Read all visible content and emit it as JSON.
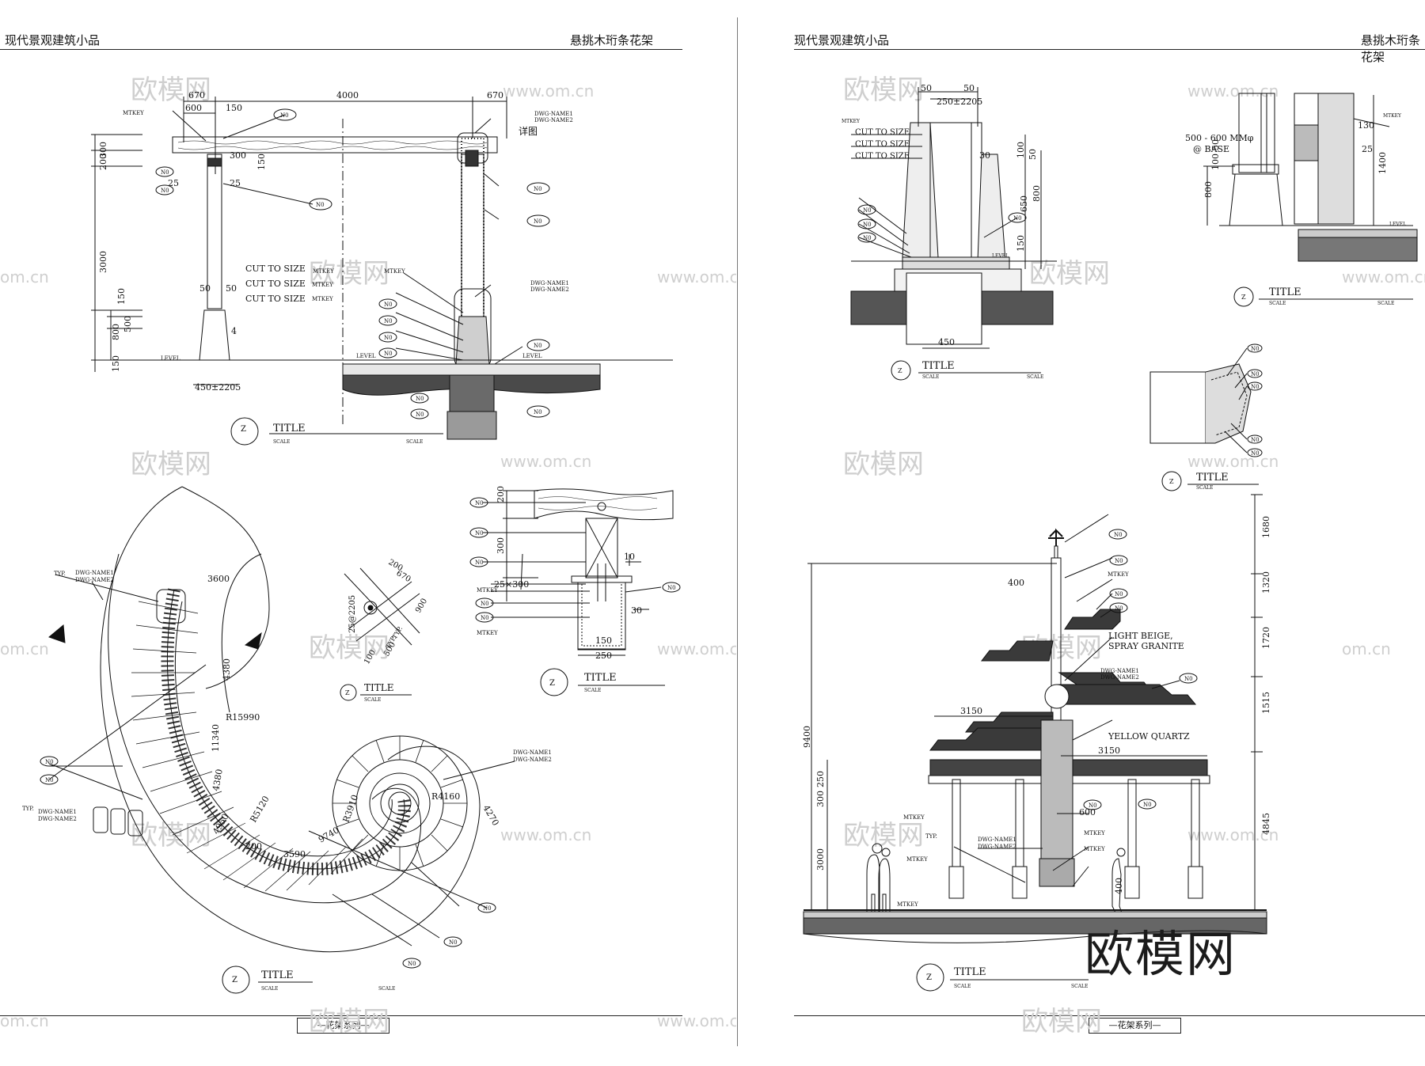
{
  "left_page": {
    "header_left": "现代景观建筑小品",
    "header_right": "悬挑木珩条花架",
    "footer": "—花架系列—"
  },
  "right_page": {
    "header_left": "现代景观建筑小品",
    "header_right": "悬挑木珩条花架",
    "footer": "—花架系列—"
  },
  "watermark": {
    "brand": "欧模网",
    "url": "www.om.cn",
    "url_short": "om.cn"
  },
  "drawing_text": {
    "title": "TITLE",
    "scale": "SCALE",
    "z": "Z",
    "mtkey": "MTKEY",
    "no": "N0",
    "level": "LEVEL",
    "cut_to_size": "CUT TO SIZE",
    "dwg_name1": "DWG-NAME1",
    "dwg_name2": "DWG-NAME2",
    "detail": "详图",
    "typ": "TYP.",
    "base_note_1": "500 - 600 MMφ",
    "base_note_2": "@ BASE",
    "light_beige_1": "LIGHT BEIGE,",
    "light_beige_2": "SPRAY GRANITE",
    "yellow_quartz": "YELLOW QUARTZ"
  },
  "dims_left": {
    "d670a": "670",
    "d4000": "4000",
    "d670b": "670",
    "d600": "600",
    "d150a": "150",
    "d300": "300",
    "d200": "200",
    "d25a": "25",
    "d25b": "25",
    "d3000": "3000",
    "d150b": "150",
    "d50a": "50",
    "d50b": "50",
    "d500": "500",
    "d800": "800",
    "d150c": "150",
    "d4": "4",
    "d450": "450±2205",
    "d150d": "150",
    "plan_3600": "3600",
    "plan_4380a": "4380",
    "plan_r15990": "R15990",
    "plan_11340": "11340",
    "plan_4380b": "4380",
    "plan_5120": "R5120",
    "plan_4950": "4950",
    "plan_3590": "3590",
    "plan_9740": "9740",
    "plan_3910": "R3910",
    "plan_4160": "R4160",
    "plan_4270": "4270",
    "plan_200": "200",
    "j_200": "200",
    "j_670": "670",
    "j_900": "900",
    "j_250": "25@2205",
    "j_100": "100",
    "j_500": "500",
    "c_200": "200",
    "c_300": "300",
    "c_25x300": "25×300",
    "c_10": "10",
    "c_30": "30",
    "c_150": "150",
    "c_250": "250"
  },
  "dims_right": {
    "f_50a": "50",
    "f_50b": "50",
    "f_250": "250±2205",
    "f_30": "30",
    "f_100": "100",
    "f_50c": "50",
    "f_800": "800",
    "f_650": "650",
    "f_150": "150",
    "f_450": "450",
    "b_130": "130",
    "b_25": "25",
    "b_1400": "1400",
    "b_800": "800",
    "b_100": "100",
    "b_50": "50",
    "e_1680": "1680",
    "e_1320": "1320",
    "e_1720": "1720",
    "e_1515": "1515",
    "e_4845": "4845",
    "e_9400": "9400",
    "e_400": "400",
    "e_3150a": "3150",
    "e_3150b": "3150",
    "e_600": "600",
    "e_300": "300",
    "e_250": "250",
    "e_3000": "3000",
    "e_400b": "400"
  }
}
